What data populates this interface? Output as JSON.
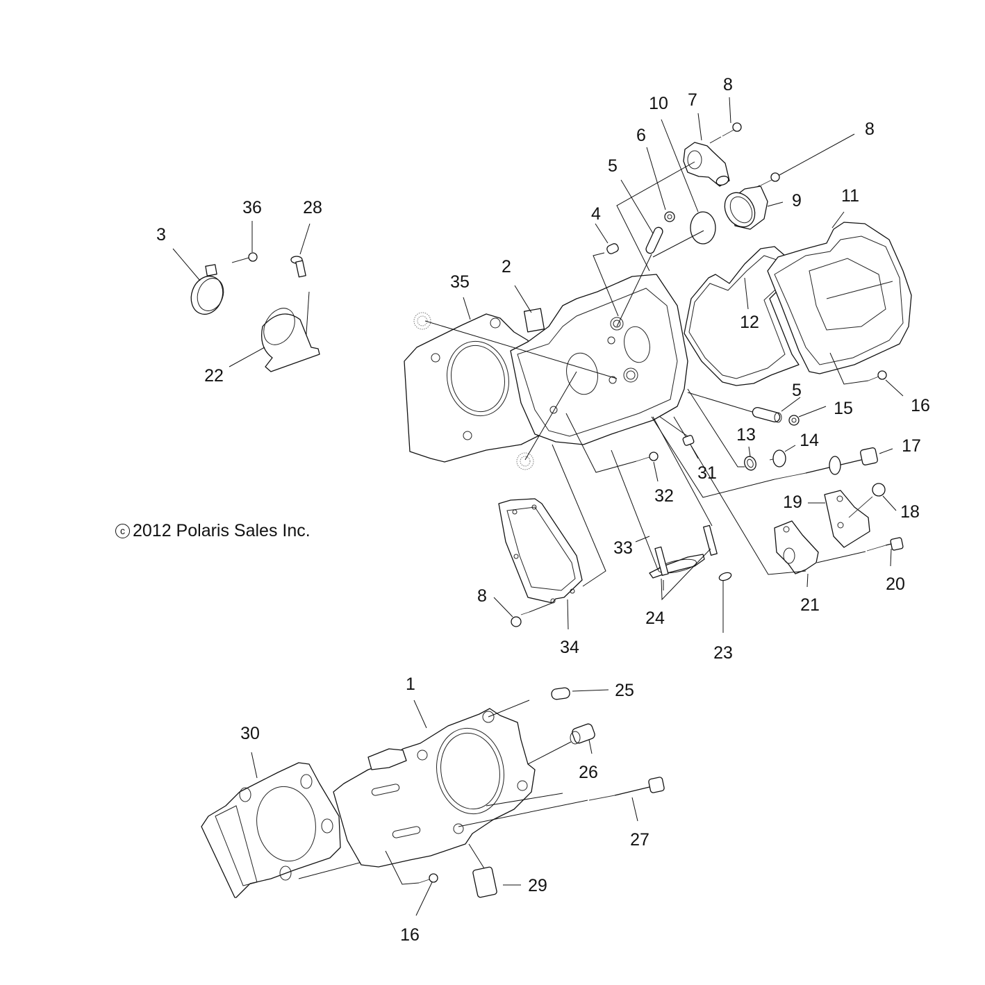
{
  "diagram": {
    "title": "Cylinder / Cylinder Head Exploded View",
    "copyright_symbol": "c",
    "copyright_text": "2012 Polaris Sales Inc.",
    "callouts": [
      {
        "id": "c1",
        "label": "1",
        "part": "cylinder"
      },
      {
        "id": "c2",
        "label": "2",
        "part": "cylinder-head"
      },
      {
        "id": "c3",
        "label": "3",
        "part": "clamp"
      },
      {
        "id": "c4",
        "label": "4",
        "part": "dowel-pin"
      },
      {
        "id": "c5a",
        "label": "5",
        "part": "dowel-pin"
      },
      {
        "id": "c5b",
        "label": "5",
        "part": "dowel-pin"
      },
      {
        "id": "c6",
        "label": "6",
        "part": "nut"
      },
      {
        "id": "c7",
        "label": "7",
        "part": "water-outlet-elbow"
      },
      {
        "id": "c8a",
        "label": "8",
        "part": "bolt"
      },
      {
        "id": "c8b",
        "label": "8",
        "part": "bolt"
      },
      {
        "id": "c8c",
        "label": "8",
        "part": "bolt"
      },
      {
        "id": "c9",
        "label": "9",
        "part": "intake-flange"
      },
      {
        "id": "c10",
        "label": "10",
        "part": "o-ring-seal"
      },
      {
        "id": "c11",
        "label": "11",
        "part": "valve-cover"
      },
      {
        "id": "c12",
        "label": "12",
        "part": "valve-cover-gasket"
      },
      {
        "id": "c13",
        "label": "13",
        "part": "washer"
      },
      {
        "id": "c14",
        "label": "14",
        "part": "plug"
      },
      {
        "id": "c15",
        "label": "15",
        "part": "nut"
      },
      {
        "id": "c16a",
        "label": "16",
        "part": "bolt"
      },
      {
        "id": "c16b",
        "label": "16",
        "part": "bolt"
      },
      {
        "id": "c17",
        "label": "17",
        "part": "head-bolt-with-washer"
      },
      {
        "id": "c18",
        "label": "18",
        "part": "bolt"
      },
      {
        "id": "c19",
        "label": "19",
        "part": "bracket"
      },
      {
        "id": "c20",
        "label": "20",
        "part": "bolt"
      },
      {
        "id": "c21",
        "label": "21",
        "part": "bracket"
      },
      {
        "id": "c22",
        "label": "22",
        "part": "intake-boot"
      },
      {
        "id": "c23",
        "label": "23",
        "part": "nut"
      },
      {
        "id": "c24",
        "label": "24",
        "part": "studs"
      },
      {
        "id": "c25",
        "label": "25",
        "part": "dowel-pin"
      },
      {
        "id": "c26",
        "label": "26",
        "part": "fitting"
      },
      {
        "id": "c27",
        "label": "27",
        "part": "long-bolt"
      },
      {
        "id": "c28",
        "label": "28",
        "part": "screw"
      },
      {
        "id": "c29",
        "label": "29",
        "part": "sleeve"
      },
      {
        "id": "c30",
        "label": "30",
        "part": "cylinder-base-gasket"
      },
      {
        "id": "c31",
        "label": "31",
        "part": "dowel"
      },
      {
        "id": "c32",
        "label": "32",
        "part": "bolt"
      },
      {
        "id": "c33",
        "label": "33",
        "part": "exhaust-gasket"
      },
      {
        "id": "c34",
        "label": "34",
        "part": "cam-cover"
      },
      {
        "id": "c35",
        "label": "35",
        "part": "head-gasket"
      },
      {
        "id": "c36",
        "label": "36",
        "part": "clamp-screw"
      }
    ]
  }
}
